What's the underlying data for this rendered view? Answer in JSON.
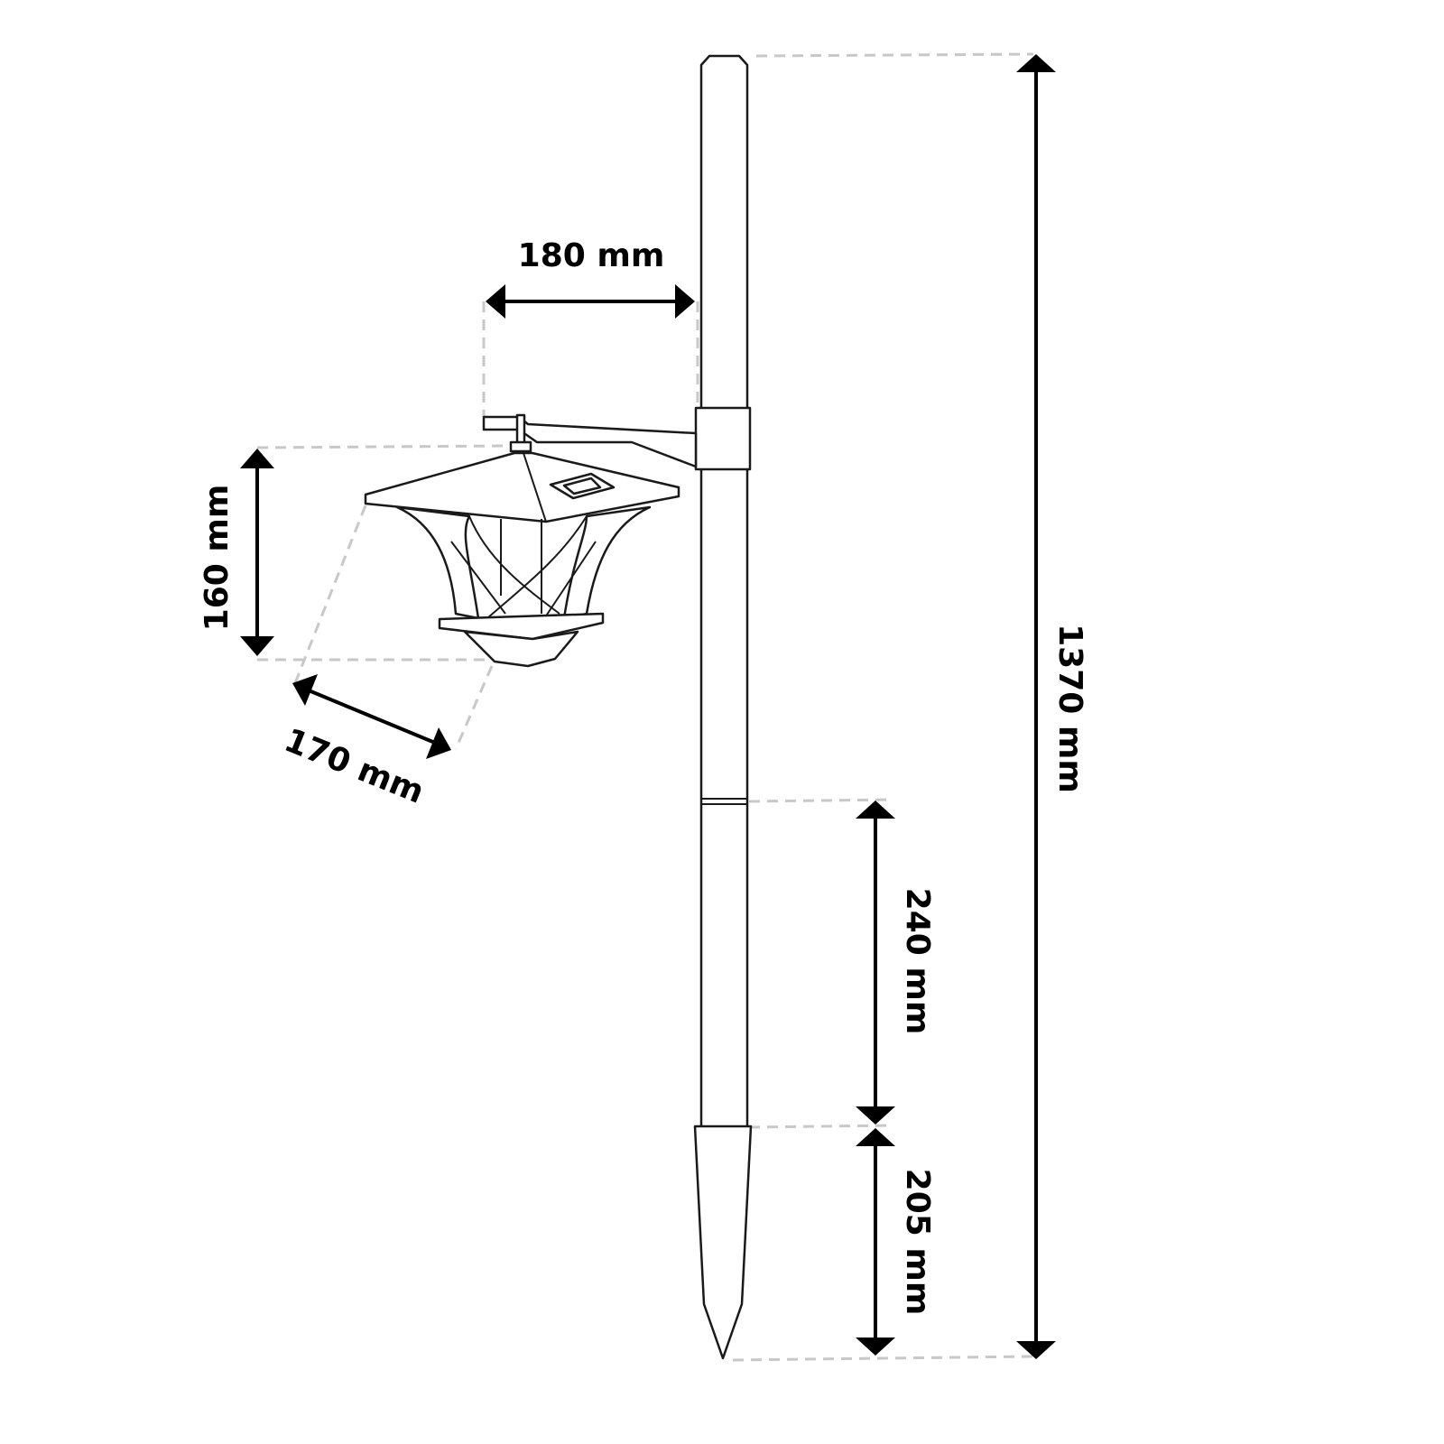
{
  "dimensions": {
    "total_height": "1370 mm",
    "arm_length": "180 mm",
    "lantern_height": "160 mm",
    "lantern_width": "170 mm",
    "lower_pole_section": "240 mm",
    "ground_spike": "205 mm"
  },
  "colors": {
    "line": "#1a1a1a",
    "dimension": "#000000",
    "guide": "#c8c8c8"
  }
}
